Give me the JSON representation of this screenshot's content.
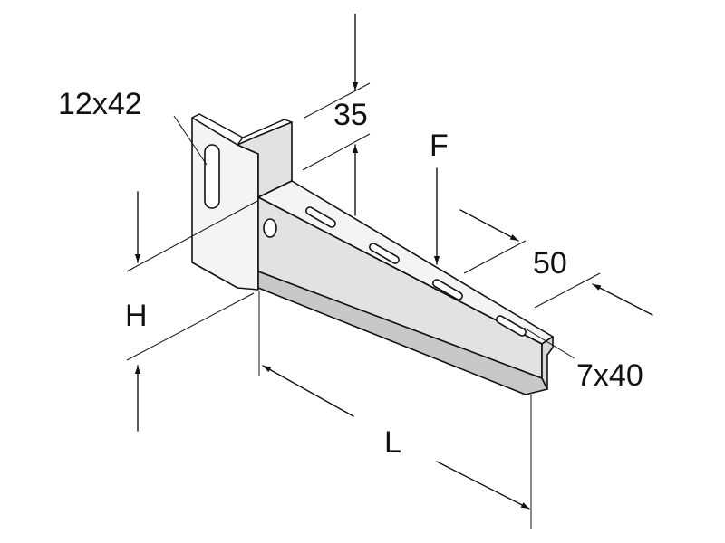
{
  "figure": {
    "labels": {
      "slot_wall": "12x42",
      "flange_width": "35",
      "load": "F",
      "arm_width": "50",
      "slot_arm": "7x40",
      "height": "H",
      "length": "L"
    },
    "colors": {
      "line": "#111111",
      "face_light": "#f4f4f4",
      "face_mid": "#e2e2e2",
      "face_dark": "#c8c8c8",
      "background": "#ffffff"
    }
  }
}
